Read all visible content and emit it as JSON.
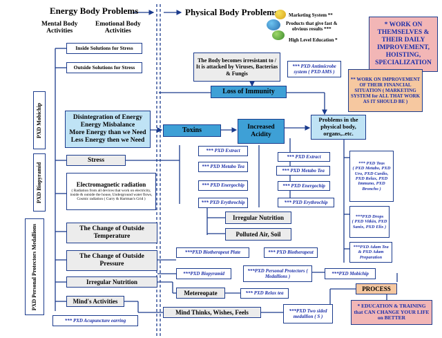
{
  "header": {
    "energy": "Energy Body Problems",
    "physical": "Physical Body Problems",
    "mental": "Mental Body\nActivities",
    "emotional": "Emotional Body\nActivities"
  },
  "legend": {
    "marketing": "Marketing System **",
    "products": "Products that give fast &\nobvious results ***",
    "education": "High Level Education *"
  },
  "right_panels": {
    "work_on_themselves": "* WORK ON THEMSELVES & THEIR DAILY IMPROVEMENT, HOISTING, SPECIALIZATION",
    "work_on_financial": "** WORK ON IMPROVEMENT OF THEIR FINANCIAL SITUATION ( MARKETING SYSTEM for ALL THAT WORK AS IT SHOULD BE )",
    "education_training": "* EDUCATION & TRAINING that CAN CHANGE YOUR LIFE on BETTER",
    "process": "PROCESS"
  },
  "vertical_labels": {
    "mobichip": "PXD Mobichip",
    "biopyramid": "PXD Biopyramid",
    "medallions": "PXD Personal Protectors Medallions"
  },
  "stress_solutions": {
    "inside": "Inside Solutions for Stress",
    "outside": "Outside Solutions for Stress"
  },
  "body_irresistant": "The Body becomes irresistant to / It is attacked by Viruses, Bacterias & Fungis",
  "antimicrobe": "*** PXD Antimicrobe system ( PXD AMS )",
  "loss_of_immunity": "Loss of Immunity",
  "disintegration": "Disintegration of Energy\nEnergy Misbalance\nMore Energy than we Need\nLess Energy then we Need",
  "toxins": "Toxins",
  "acidity": "Increased\nAcidity",
  "problems": "Problems in the physical body, organs,..etc.",
  "stress": "Stress",
  "em_radiation": {
    "title": "Electromagnetic radiation",
    "desc": "( Radiation from all devices that work on electricity, inside & outside the house, Underground water flows, Cosmic radiation ( Curry & Hartman's Grid )"
  },
  "outside_temperature": "The Change of Outside\nTemperature",
  "outside_pressure": "The Change of Outside\nPressure",
  "irregular_nutrition_left": "Irregular Nutrition",
  "minds_activities": "Mind's Activities",
  "irregular_nutrition_mid": "Irregular Nutrition",
  "polluted_air": "Polluted Air, Soil",
  "mind_thinks": "Mind Thinks, Wishes, Feels",
  "meteoropate": "Metereopate",
  "col_mid_products": [
    "*** PXD Extract",
    "*** PXD Metabo Tea",
    "*** PXD Energochip",
    "*** PXD Erythrochip"
  ],
  "col_right_products": [
    "*** PXD Extract",
    "*** PXD Metabo Tea",
    "*** PXD Energochip",
    "*** PXD Erythrochip"
  ],
  "teas": "*** PXD Teas\n( PXD Metabo, PXD Uro, PXD Cardio, PXD Relax, PXD Immuno, PXD Broncho )",
  "drops": "***PXD Drops\n( PXD Vitkin, PXD Sanix, PXD Elix )",
  "adam_tea": "***PXD Adam Tea & PXD Adam Preparation",
  "bioterapeut_plate": "***PXD Biotherapeut Plate",
  "bioterapeut": "*** PXD Biotherapeut",
  "biopyramid_btn": "***PXD Biopyramid",
  "personal_protectors": "***PXD Personal Protectors ( Medallions )",
  "mobichip_btn": "***PXD Mobichip",
  "relax_tea": "*** PXD Relax tea",
  "two_sided": "***PXD Two sided medallion ( S )",
  "acupuncture": "*** PXD Acupuncture earring"
}
